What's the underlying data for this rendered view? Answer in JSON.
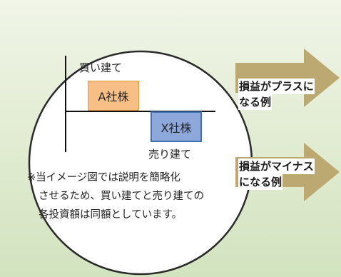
{
  "colors": {
    "box_a_fill": "#f7bf86",
    "box_a_border": "#e89a45",
    "box_x_fill": "#8ea8dc",
    "box_x_border": "#3f6fb7",
    "arrow_fill": "#bca871",
    "background": "#e3edd4"
  },
  "diagram": {
    "buy_label": "買い建て",
    "box_a": "A社株",
    "box_x": "X社株",
    "sell_label": "売り建て"
  },
  "note": {
    "line1": "※当イメージ図では説明を簡略化",
    "line2": "させるため、買い建てと売り建ての",
    "line3": "各投資額は同額としています。"
  },
  "arrows": {
    "profit_line1": "損益がプラスに",
    "profit_line2": "なる例",
    "loss_line1": "損益がマイナス",
    "loss_line2": "になる例"
  }
}
